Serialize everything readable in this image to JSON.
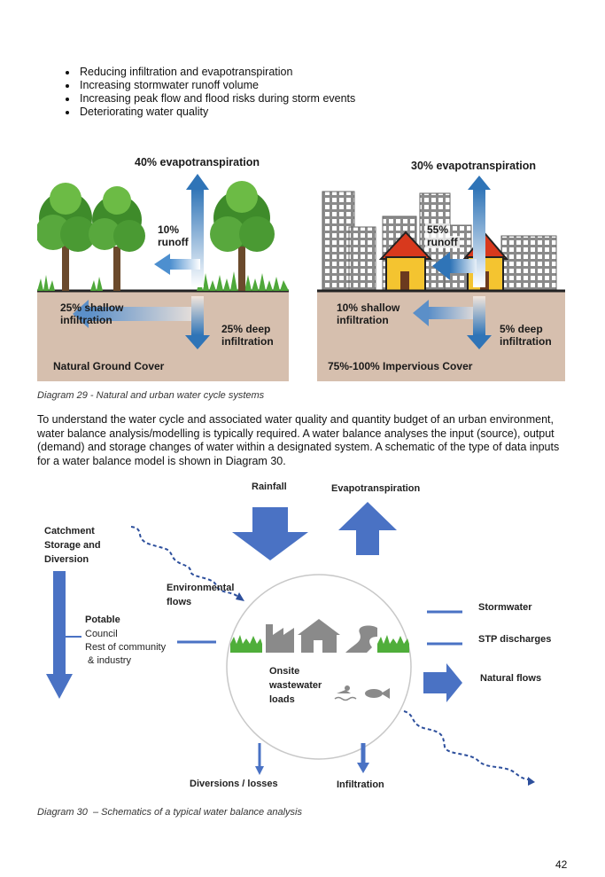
{
  "bullets": [
    "Reducing infiltration and evapotranspiration",
    "Increasing stormwater runoff volume",
    "Increasing peak flow and flood risks during storm events",
    "Deteriorating water quality"
  ],
  "diagram29": {
    "natural": {
      "evapotranspiration": "40% evapotranspiration",
      "runoff_pct": "10%",
      "runoff_word": "runoff",
      "shallow_pct": "25% shallow",
      "shallow_word": "infiltration",
      "deep_pct": "25% deep",
      "deep_word": "infiltration",
      "cover": "Natural Ground Cover"
    },
    "urban": {
      "evapotranspiration": "30% evapotranspiration",
      "runoff_pct": "55%",
      "runoff_word": "runoff",
      "shallow_pct": "10% shallow",
      "shallow_word": "infiltration",
      "deep_pct": "5% deep",
      "deep_word": "infiltration",
      "cover": "75%-100% Impervious Cover"
    },
    "caption": "Diagram 29 - Natural and urban water cycle systems"
  },
  "paragraph": "To understand the water cycle and associated water quality and quantity budget of an urban environment, water balance analysis/modelling is typically required. A water balance analyses the input (source), output (demand) and storage changes of water within a designated system. A schematic of the type of data inputs for a water balance model is shown in Diagram 30.",
  "diagram30": {
    "rainfall": "Rainfall",
    "evapotranspiration": "Evapotranspiration",
    "catchment": [
      "Catchment",
      "Storage and",
      "Diversion"
    ],
    "environmental": [
      "Environmental",
      "flows"
    ],
    "potable": "Potable",
    "potable_items": [
      "Council",
      "Rest of community",
      " & industry"
    ],
    "onsite": [
      "Onsite",
      "wastewater",
      "loads"
    ],
    "stormwater": "Stormwater",
    "stp": "STP discharges",
    "natural_flows": "Natural flows",
    "diversions": "Diversions / losses",
    "infiltration": "Infiltration",
    "caption": "Diagram 30  – Schematics of a typical water balance analysis",
    "arrow_color": "#4a72c4"
  },
  "page_number": "42"
}
